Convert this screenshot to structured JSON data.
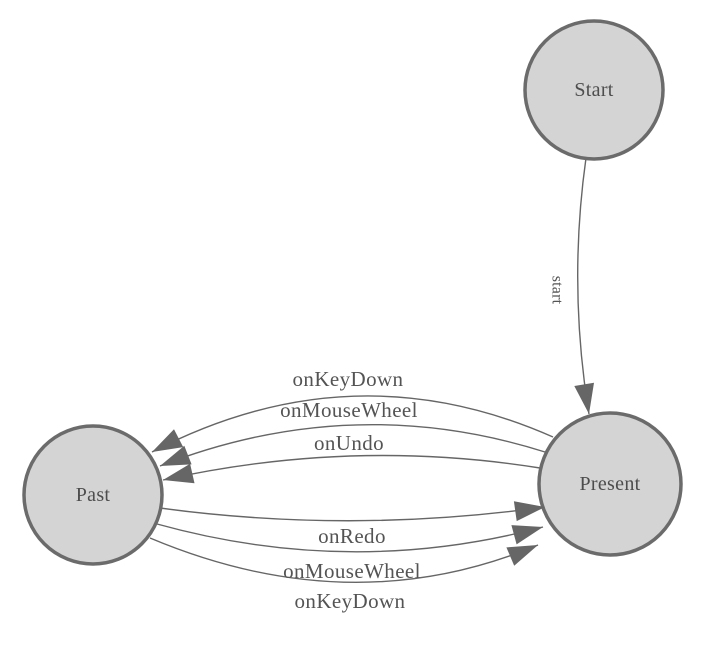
{
  "diagram": {
    "background": "#ffffff",
    "colors": {
      "background": "#ffffff",
      "node_fill": "#d4d4d4",
      "node_border": "#6b6b6b",
      "edge_line": "#666666",
      "arrowhead": "#666666",
      "node_text": "#4d4d4d",
      "label_text": "#545454"
    },
    "nodes": [
      {
        "label": "Start"
      },
      {
        "label": "Past"
      },
      {
        "label": "Present"
      }
    ],
    "edges": [
      {
        "label": "start",
        "from": "Start",
        "to": "Present"
      },
      {
        "label": "onKeyDown",
        "from": "Present",
        "to": "Past"
      },
      {
        "label": "onMouseWheel",
        "from": "Present",
        "to": "Past"
      },
      {
        "label": "onUndo",
        "from": "Present",
        "to": "Past"
      },
      {
        "label": "onRedo",
        "from": "Past",
        "to": "Present"
      },
      {
        "label": "onMouseWheel",
        "from": "Past",
        "to": "Present"
      },
      {
        "label": "onKeyDown",
        "from": "Past",
        "to": "Present"
      }
    ]
  }
}
